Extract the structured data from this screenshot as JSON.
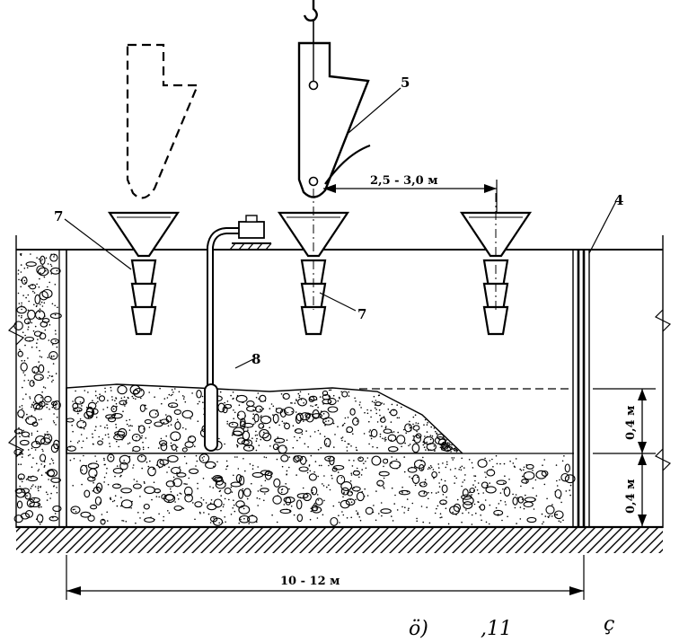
{
  "labels": {
    "hopper_left": "7",
    "hopper_center": "7",
    "skip_bucket": "5",
    "vibrator": "8",
    "formwork": "4"
  },
  "dimensions": {
    "spacing": "2,5 - 3,0 м",
    "span": "10 - 12 м",
    "layer_top": "0,4 м",
    "layer_bottom": "0,4 м"
  },
  "footer": {
    "a": "ö)",
    "b": ",11",
    "c": "ç"
  }
}
